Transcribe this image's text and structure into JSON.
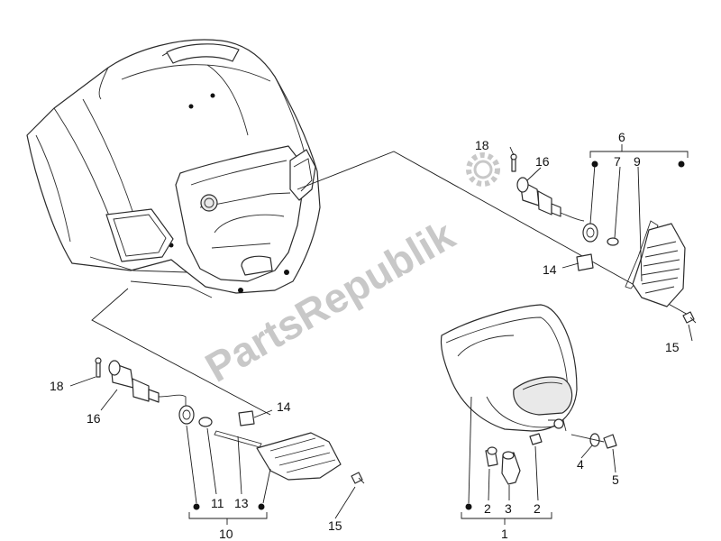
{
  "watermark": {
    "text": "PartsRepublik"
  },
  "callouts": {
    "c1": "1",
    "c2a": "2",
    "c2b": "2",
    "c3": "3",
    "c4": "4",
    "c5": "5",
    "c6": "6",
    "c7": "7",
    "c9": "9",
    "c10": "10",
    "c11": "11",
    "c13": "13",
    "c14a": "14",
    "c14b": "14",
    "c15a": "15",
    "c15b": "15",
    "c16a": "16",
    "c16b": "16",
    "c18a": "18",
    "c18b": "18"
  },
  "colors": {
    "line": "#2b2b2b",
    "watermark": "#c8c8c8",
    "background": "#ffffff"
  }
}
